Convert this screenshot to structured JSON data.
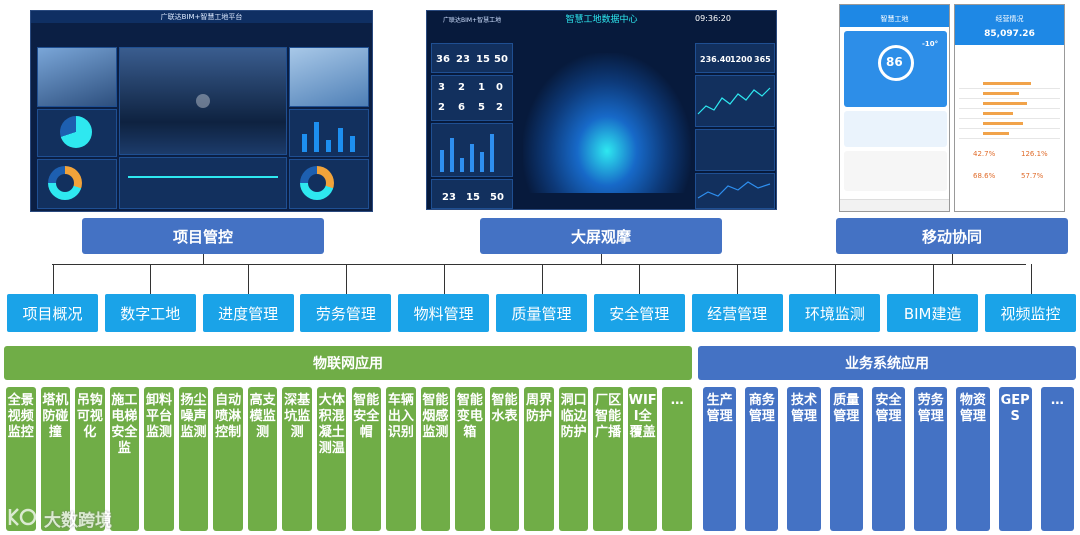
{
  "screenshots": {
    "project_panel": {
      "title": "广联达BIM+智慧工地平台"
    },
    "bigscreen_panel": {
      "title": "广联达BIM+智慧工地",
      "headline": "智慧工地数据中心",
      "time": "09:36:20",
      "stats": [
        "36",
        "23",
        "15",
        "50",
        "3",
        "2",
        "1",
        "0",
        "2",
        "6",
        "5",
        "2",
        "23",
        "15",
        "50"
      ],
      "right_stats": [
        "236.40",
        "1200",
        "365"
      ]
    },
    "mobile_panel": {
      "phone1_title": "智慧工地",
      "phone1_score": "86",
      "phone1_temp": "-10°",
      "phone2_title": "经营情况",
      "phone2_amount": "85,097.26",
      "phone2_pcts": [
        "42.7%",
        "126.1%",
        "68.6%",
        "57.7%"
      ]
    }
  },
  "sections": {
    "project": "项目管控",
    "bigscreen": "大屏观摩",
    "mobile": "移动协同"
  },
  "modules": [
    "项目概况",
    "数字工地",
    "进度管理",
    "劳务管理",
    "物料管理",
    "质量管理",
    "安全管理",
    "经营管理",
    "环境监测",
    "BIM建造",
    "视频监控"
  ],
  "bars": {
    "iot": "物联网应用",
    "business": "业务系统应用"
  },
  "iot_items": [
    "全景视频监控",
    "塔机防碰撞",
    "吊钩可视化",
    "施工电梯安全监",
    "卸料平台监测",
    "扬尘噪声监测",
    "自动喷淋控制",
    "高支模监测",
    "深基坑监测",
    "大体积混凝土测温",
    "智能安全帽",
    "车辆出入识别",
    "智能烟感监测",
    "智能变电箱",
    "智能水表",
    "周界防护",
    "洞口临边防护",
    "厂区智能广播",
    "WIFI全覆盖",
    "…"
  ],
  "business_items": [
    "生产管理",
    "商务管理",
    "技术管理",
    "质量管理",
    "安全管理",
    "劳务管理",
    "物资管理",
    "GEPS",
    "…"
  ],
  "watermark": "大数跨境",
  "colors": {
    "section_blue": "#4472c4",
    "module_cyan": "#1aa3e8",
    "iot_green": "#70ad47",
    "business_blue": "#4472c4"
  }
}
